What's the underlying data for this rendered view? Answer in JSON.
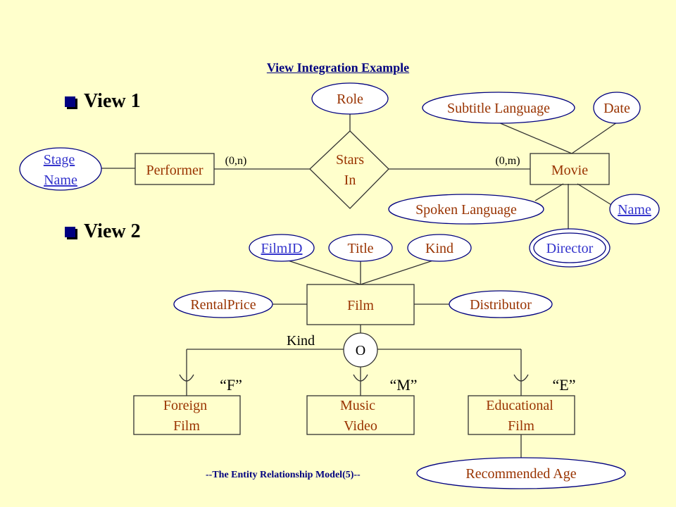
{
  "title": "View Integration Example",
  "footer": "--The Entity Relationship Model(5)--",
  "view1": {
    "bullet": "View 1",
    "attributes": {
      "stage": "Stage",
      "name": "Name",
      "role": "Role",
      "subtitle_language": "Subtitle Language",
      "date": "Date",
      "spoken_language": "Spoken Language",
      "movie_name": "Name",
      "director": "Director"
    },
    "entities": {
      "performer": "Performer",
      "movie": "Movie"
    },
    "relationship": {
      "line1": "Stars",
      "line2": "In"
    },
    "cardinalities": {
      "left": "(0,n)",
      "right": "(0,m)"
    }
  },
  "view2": {
    "bullet": "View 2",
    "attributes": {
      "filmid": "FilmID",
      "title": "Title",
      "kind": "Kind",
      "rental_price": "RentalPrice",
      "distributor": "Distributor",
      "recommended_age": "Recommended Age"
    },
    "entities": {
      "film": "Film",
      "foreign_line1": "Foreign",
      "foreign_line2": "Film",
      "music_line1": "Music",
      "music_line2": "Video",
      "educational_line1": "Educational",
      "educational_line2": "Film"
    },
    "specialization": {
      "attribute": "Kind",
      "constraint": "O",
      "labels": {
        "foreign": "“F”",
        "music": "“M”",
        "educational": "“E”"
      }
    }
  },
  "colors": {
    "background": "#FFFFCC",
    "text_label": "#993300",
    "text_key": "#3333CC",
    "ellipse_fill": "#FFFFFF",
    "ellipse_stroke": "#000080",
    "line": "#333333",
    "title": "#000080"
  }
}
